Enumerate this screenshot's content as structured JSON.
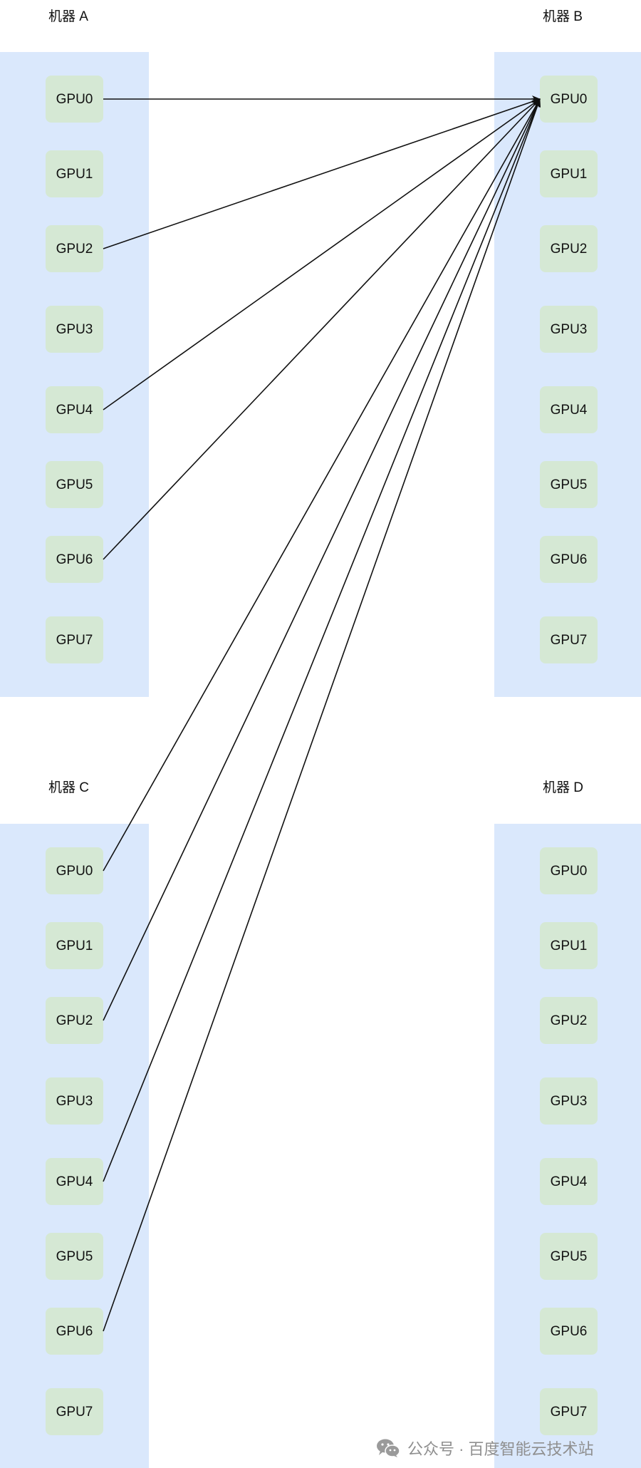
{
  "machines": [
    {
      "id": "a",
      "label": "机器 A",
      "gpus": [
        "GPU0",
        "GPU1",
        "GPU2",
        "GPU3",
        "GPU4",
        "GPU5",
        "GPU6",
        "GPU7"
      ]
    },
    {
      "id": "b",
      "label": "机器 B",
      "gpus": [
        "GPU0",
        "GPU1",
        "GPU2",
        "GPU3",
        "GPU4",
        "GPU5",
        "GPU6",
        "GPU7"
      ]
    },
    {
      "id": "c",
      "label": "机器 C",
      "gpus": [
        "GPU0",
        "GPU1",
        "GPU2",
        "GPU3",
        "GPU4",
        "GPU5",
        "GPU6",
        "GPU7"
      ]
    },
    {
      "id": "d",
      "label": "机器 D",
      "gpus": [
        "GPU0",
        "GPU1",
        "GPU2",
        "GPU3",
        "GPU4",
        "GPU5",
        "GPU6",
        "GPU7"
      ]
    }
  ],
  "links": [
    {
      "from_machine": "a",
      "from_gpu": 0,
      "to_machine": "b",
      "to_gpu": 0
    },
    {
      "from_machine": "a",
      "from_gpu": 2,
      "to_machine": "b",
      "to_gpu": 0
    },
    {
      "from_machine": "a",
      "from_gpu": 4,
      "to_machine": "b",
      "to_gpu": 0
    },
    {
      "from_machine": "a",
      "from_gpu": 6,
      "to_machine": "b",
      "to_gpu": 0
    },
    {
      "from_machine": "c",
      "from_gpu": 0,
      "to_machine": "b",
      "to_gpu": 0
    },
    {
      "from_machine": "c",
      "from_gpu": 2,
      "to_machine": "b",
      "to_gpu": 0
    },
    {
      "from_machine": "c",
      "from_gpu": 4,
      "to_machine": "b",
      "to_gpu": 0
    },
    {
      "from_machine": "c",
      "from_gpu": 6,
      "to_machine": "b",
      "to_gpu": 0
    }
  ],
  "colors": {
    "machine_fill": "#dae8fc",
    "gpu_fill": "#d5e8d4",
    "link": "#111111"
  },
  "watermark": {
    "icon": "wechat-icon",
    "text": "公众号 · 百度智能云技术站"
  }
}
